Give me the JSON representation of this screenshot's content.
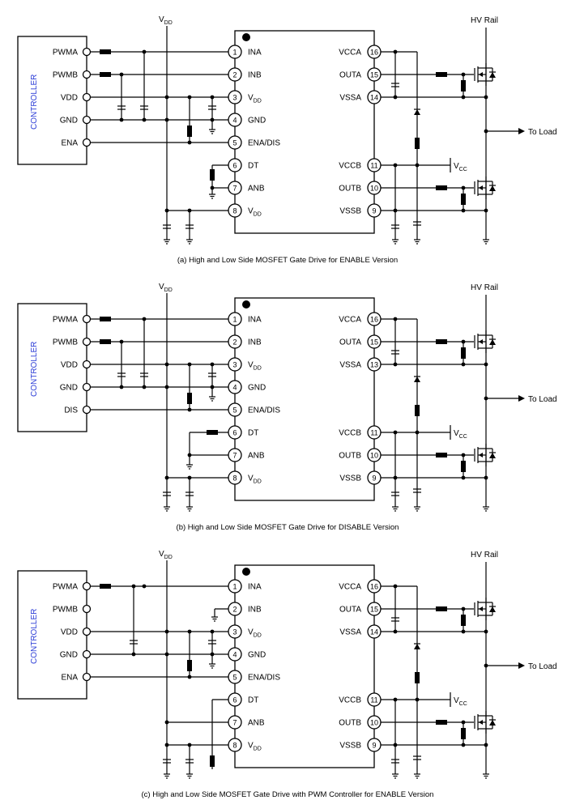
{
  "diagrams": [
    {
      "id": "a",
      "caption": "(a) High and Low Side MOSFET Gate Drive for ENABLE Version",
      "controller_label": "CONTROLLER",
      "controller_pins": [
        "PWMA",
        "PWMB",
        "VDD",
        "GND",
        "ENA"
      ],
      "supply_label": "V",
      "supply_sub": "DD",
      "rail_label": "HV Rail",
      "load_label": "To Load",
      "vcc_label": "V",
      "vcc_sub": "CC",
      "left_pins": [
        {
          "num": "1",
          "name": "INA",
          "sub": ""
        },
        {
          "num": "2",
          "name": "INB",
          "sub": ""
        },
        {
          "num": "3",
          "name": "V",
          "sub": "DD"
        },
        {
          "num": "4",
          "name": "GND",
          "sub": ""
        },
        {
          "num": "5",
          "name": "ENA/DIS",
          "sub": ""
        },
        {
          "num": "6",
          "name": "DT",
          "sub": ""
        },
        {
          "num": "7",
          "name": "ANB",
          "sub": ""
        },
        {
          "num": "8",
          "name": "V",
          "sub": "DD"
        }
      ],
      "right_pins": [
        {
          "num": "16",
          "name": "VCCA"
        },
        {
          "num": "15",
          "name": "OUTA"
        },
        {
          "num": "14",
          "name": "VSSA"
        },
        {
          "num": "11",
          "name": "VCCB"
        },
        {
          "num": "10",
          "name": "OUTB"
        },
        {
          "num": "9",
          "name": "VSSB"
        }
      ]
    },
    {
      "id": "b",
      "caption": "(b) High and Low Side MOSFET Gate Drive for DISABLE Version",
      "controller_label": "CONTROLLER",
      "controller_pins": [
        "PWMA",
        "PWMB",
        "VDD",
        "GND",
        "DIS"
      ],
      "supply_label": "V",
      "supply_sub": "DD",
      "rail_label": "HV Rail",
      "load_label": "To Load",
      "vcc_label": "V",
      "vcc_sub": "CC",
      "left_pins": [
        {
          "num": "1",
          "name": "INA",
          "sub": ""
        },
        {
          "num": "2",
          "name": "INB",
          "sub": ""
        },
        {
          "num": "3",
          "name": "V",
          "sub": "DD"
        },
        {
          "num": "4",
          "name": "GND",
          "sub": ""
        },
        {
          "num": "5",
          "name": "ENA/DIS",
          "sub": ""
        },
        {
          "num": "6",
          "name": "DT",
          "sub": ""
        },
        {
          "num": "7",
          "name": "ANB",
          "sub": ""
        },
        {
          "num": "8",
          "name": "V",
          "sub": "DD"
        }
      ],
      "right_pins": [
        {
          "num": "16",
          "name": "VCCA"
        },
        {
          "num": "15",
          "name": "OUTA"
        },
        {
          "num": "13",
          "name": "VSSA"
        },
        {
          "num": "11",
          "name": "VCCB"
        },
        {
          "num": "10",
          "name": "OUTB"
        },
        {
          "num": "9",
          "name": "VSSB"
        }
      ]
    },
    {
      "id": "c",
      "caption": "(c) High and Low Side MOSFET Gate Drive with PWM Controller for ENABLE Version",
      "controller_label": "CONTROLLER",
      "controller_pins": [
        "PWMA",
        "PWMB",
        "VDD",
        "GND",
        "ENA"
      ],
      "supply_label": "V",
      "supply_sub": "DD",
      "rail_label": "HV Rail",
      "load_label": "To Load",
      "vcc_label": "V",
      "vcc_sub": "CC",
      "left_pins": [
        {
          "num": "1",
          "name": "INA",
          "sub": ""
        },
        {
          "num": "2",
          "name": "INB",
          "sub": ""
        },
        {
          "num": "3",
          "name": "V",
          "sub": "DD"
        },
        {
          "num": "4",
          "name": "GND",
          "sub": ""
        },
        {
          "num": "5",
          "name": "ENA/DIS",
          "sub": ""
        },
        {
          "num": "6",
          "name": "DT",
          "sub": ""
        },
        {
          "num": "7",
          "name": "ANB",
          "sub": ""
        },
        {
          "num": "8",
          "name": "V",
          "sub": "DD"
        }
      ],
      "right_pins": [
        {
          "num": "16",
          "name": "VCCA"
        },
        {
          "num": "15",
          "name": "OUTA"
        },
        {
          "num": "14",
          "name": "VSSA"
        },
        {
          "num": "11",
          "name": "VCCB"
        },
        {
          "num": "10",
          "name": "OUTB"
        },
        {
          "num": "9",
          "name": "VSSB"
        }
      ]
    }
  ]
}
